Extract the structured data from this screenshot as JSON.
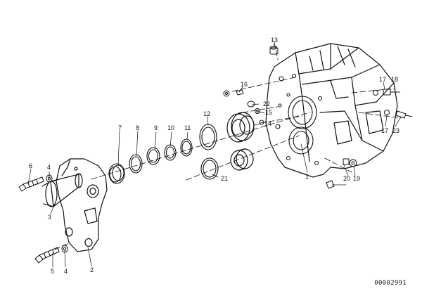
{
  "diagram_number": "00002991",
  "callouts": [
    "1",
    "2",
    "3",
    "4",
    "4",
    "5",
    "6",
    "7",
    "8",
    "9",
    "10",
    "11",
    "12",
    "13",
    "14",
    "15",
    "16",
    "17",
    "17",
    "18",
    "19",
    "20",
    "21",
    "22",
    "23"
  ]
}
